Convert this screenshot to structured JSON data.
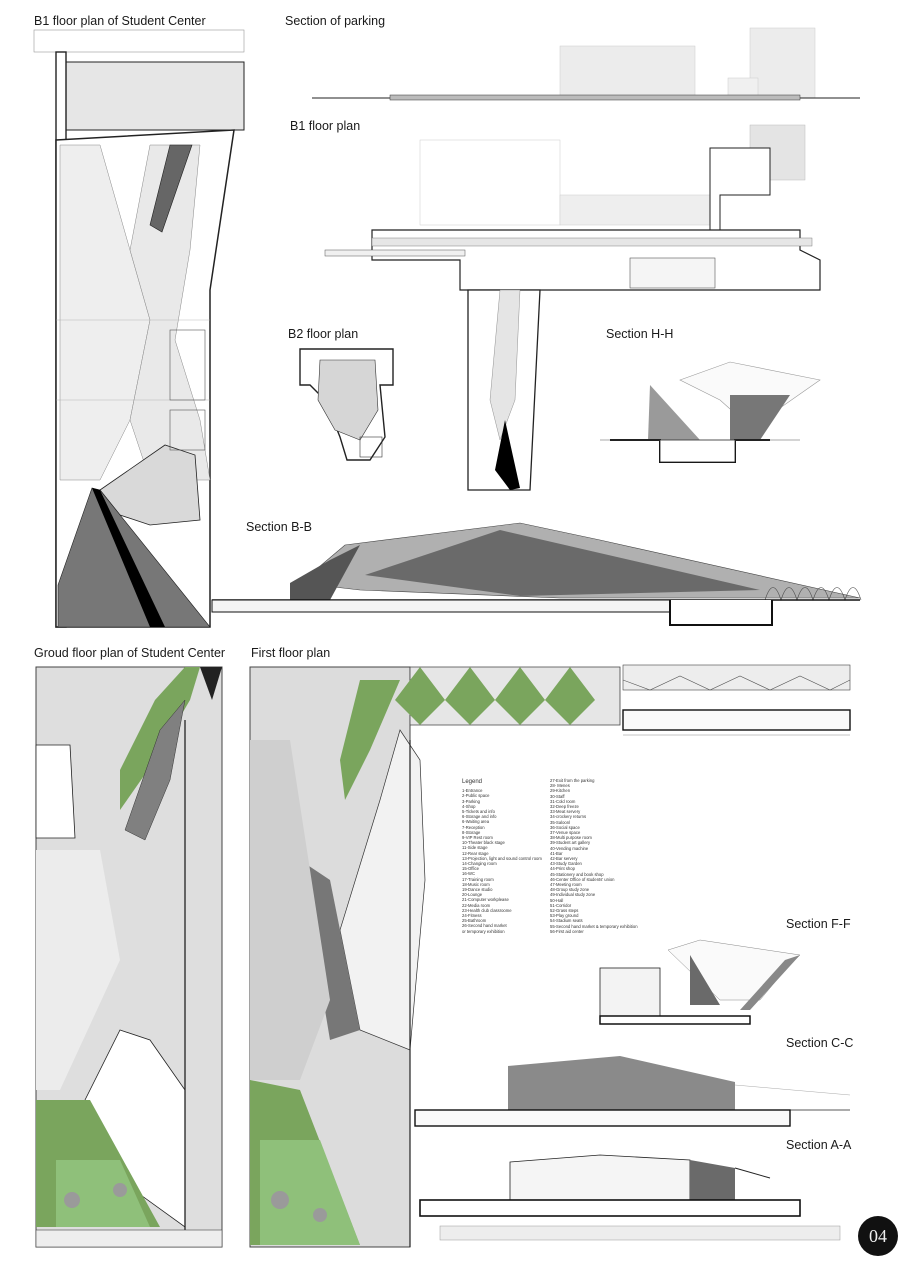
{
  "titles": {
    "b1_student_center": "B1 floor plan of Student Center",
    "section_parking": "Section of parking",
    "b1_floor_plan": "B1 floor plan",
    "b2_floor_plan": "B2 floor plan",
    "section_hh": "Section H-H",
    "section_bb": "Section B-B",
    "ground_floor_student_center": "Groud floor plan of Student Center",
    "first_floor_plan": "First floor plan",
    "section_ff": "Section F-F",
    "section_cc": "Section C-C",
    "section_aa": "Section A-A"
  },
  "legend": {
    "heading": "Legend",
    "col1": [
      "1-Entrance",
      "2-Public space",
      "3-Parking",
      "4-Shop",
      "5-Tickets and info",
      "6-Storage and info",
      "6-Waiting area",
      "7-Reception",
      "8-Storage",
      "9-VIP Rest room",
      "10-Theater black stage",
      "11-Side stage",
      "12-Rear stage",
      "13-Projection, light and sound control room",
      "14-Changing room",
      "15-Office",
      "16-WC",
      "17-Training room",
      "18-Music room",
      "19-Dance studio",
      "20-Lounge",
      "21-Computer workplease",
      "22-Media room",
      "23-Health club classroome",
      "24-Fitness",
      "25-Bathroom",
      "26-Second hand market",
      "or temporary exhibition"
    ],
    "col2": [
      "27-Exit from the parking",
      "28- Menes",
      "29-Kitchen",
      "30-Staff",
      "31-Cold room",
      "32-Deep freeze",
      "33-Meat servery",
      "34-crockery returns",
      "35-Saloonl",
      "36-Social space",
      "37-Venue space",
      "38-Multi purpose room",
      "39-Student art gallery",
      "40-Vending machine",
      "41-Bar",
      "42-Bar servery",
      "43-Study Garden",
      "44-Print shop",
      "45-Stationery and book shop",
      "46-Center Office of students' union",
      "47-Meeting room",
      "48-Group study zone",
      "49-Individual study zone",
      "50-Hall",
      "51-Corridor",
      "52-Grass steps",
      "53-Play ground",
      "54-Stadium seats",
      "55-Second hand market & temporary exhibition",
      "56-First aid center"
    ]
  },
  "page_number": "04",
  "colors": {
    "green": "#7aa55d",
    "dark": "#6e6e6e",
    "mid": "#b5b5b5",
    "light": "#dcdcdc"
  }
}
